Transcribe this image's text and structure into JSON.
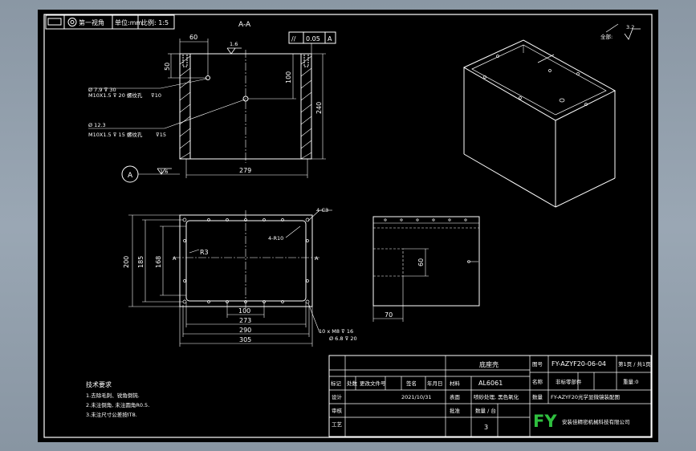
{
  "drawing": {
    "top_bar": {
      "view_label": "第一视角",
      "unit_label": "单位:mm",
      "scale_label": "比例: 1:5"
    },
    "section_label": "A-A",
    "section_mark": "A",
    "section_arrows": [
      "A",
      "A"
    ],
    "roughness_global": "3.2",
    "roughness_note": "全部:",
    "parallelism": {
      "symbol": "//",
      "value": "0.05",
      "datum": "A"
    },
    "roughness_marks": [
      "1.6",
      "1.6"
    ],
    "dims_section": {
      "d60": "60",
      "d50": "50",
      "d100": "100",
      "d240": "240",
      "d279": "279"
    },
    "hole_notes": [
      {
        "line1": "Ø 7.9 ⊽ 30",
        "line2": "M10X1.5 ⊽ 20 螺纹孔",
        "line3": "⊽10"
      },
      {
        "line1": "Ø 12.3",
        "line2": "M10X1.5 ⊽ 15 螺纹孔",
        "line3": "⊽15"
      }
    ],
    "dims_plan": {
      "d200": "200",
      "d185": "185",
      "d168": "168",
      "r3": "R3",
      "r10": "4-R10",
      "c3": "4-C3",
      "d100": "100",
      "d273": "273",
      "d290": "290",
      "d305": "305",
      "thread_note": "10 x M8 ⊽ 16",
      "drill_note": "Ø 6.8 ⊽ 20"
    },
    "dims_side": {
      "d60": "60",
      "d70": "70"
    },
    "tech_notes": {
      "title": "技术要求",
      "items": [
        "1.去除毛刺、锐角倒钝.",
        "2.未注倒角, 未注圆角R0.5.",
        "3.未注尺寸公差按IT8."
      ]
    },
    "title_block": {
      "part_name": "底座壳",
      "drawing_no": "FY-AZYF20-06-04",
      "material": "AL6061",
      "sheet_label": "第1页 / 共1页",
      "weight_label": "重量:0",
      "type_label": "非标零部件",
      "assembly_name": "FY-AZYF20光学显微镜装配图",
      "surface": "喷砂处理, 黑色氧化",
      "date": "2021/10/31",
      "qty_label": "数量 / 台",
      "qty": "3",
      "company": "安装佳精密机械科技有限公司",
      "logo": "FY",
      "row_labels": [
        "标记",
        "处数",
        "更改文件号",
        "签名",
        "年月日"
      ],
      "design_label": "设计",
      "check_label": "审核",
      "approve_label": "批准",
      "process_label": "工艺",
      "material_label": "材料",
      "surface_label": "表面",
      "drawno_label": "图号",
      "name_label": "名称",
      "qty_row_label": "数量"
    },
    "colors": {
      "background": "#000000",
      "line": "#ffffff",
      "dimension": "#ffffff",
      "logo": "#2fbf3f",
      "frame": "#ffffff"
    }
  }
}
